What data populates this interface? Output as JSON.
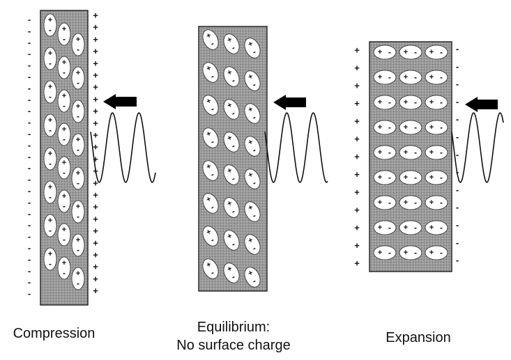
{
  "captions": {
    "compression": "Compression",
    "equilibrium_line1": "Equilibrium:",
    "equilibrium_line2": "No surface charge",
    "expansion": "Expansion"
  },
  "symbols": {
    "plus": "+",
    "minus": "-"
  },
  "colors": {
    "slab_fill": "#9a9a9a",
    "slab_edge": "#2a2a2a",
    "dipole_fill": "#ffffff",
    "ink": "#111111",
    "arrow": "#000000"
  },
  "panels": [
    {
      "id": "compression",
      "surface_left": "minus",
      "surface_right": "plus",
      "dipole_orientation": "vertical"
    },
    {
      "id": "equilibrium",
      "surface_left": "none",
      "surface_right": "none",
      "dipole_orientation": "tilted"
    },
    {
      "id": "expansion",
      "surface_left": "plus",
      "surface_right": "minus",
      "dipole_orientation": "horizontal"
    }
  ]
}
